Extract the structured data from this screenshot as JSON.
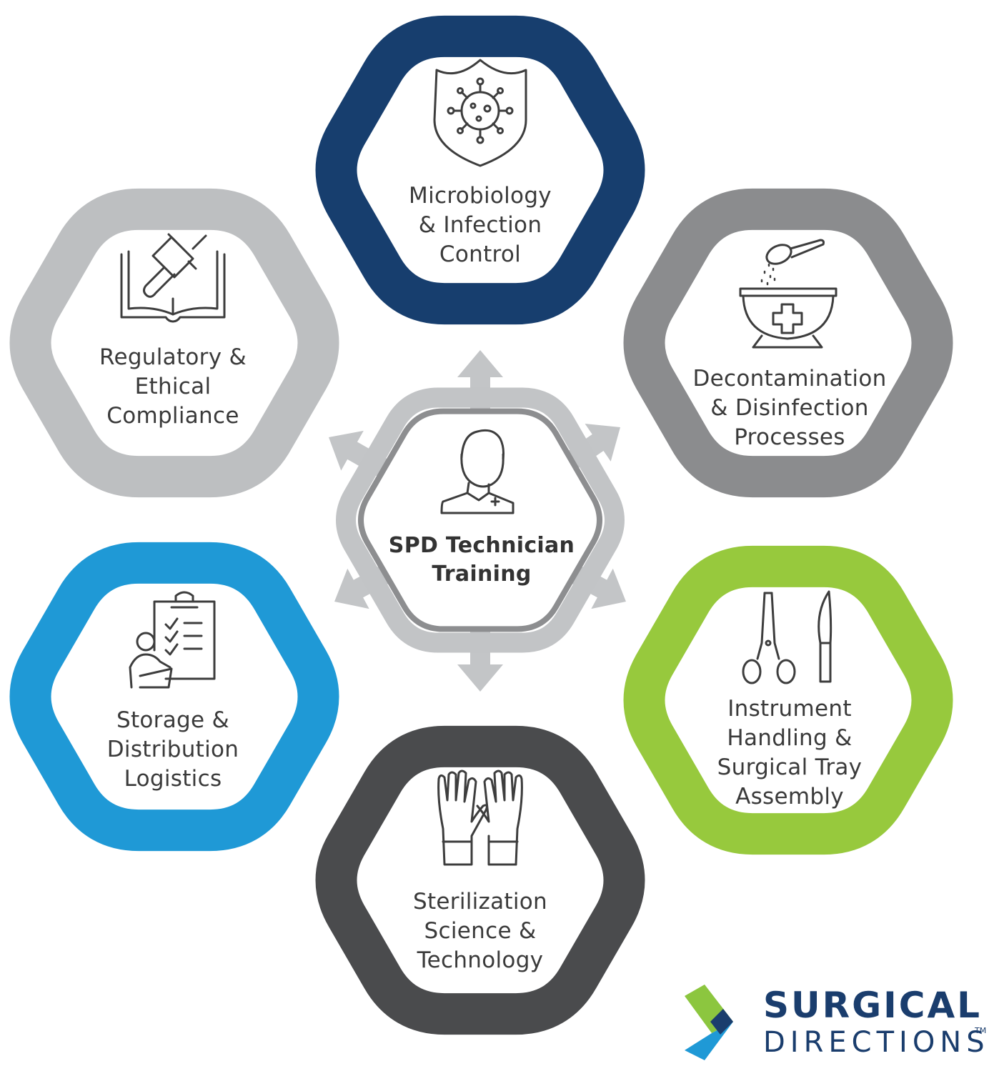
{
  "center": {
    "lines": [
      "SPD Technician",
      "Training"
    ],
    "ring_colors": [
      "#c2c4c6",
      "#8d8e90"
    ]
  },
  "nodes": [
    {
      "id": "microbiology",
      "lines": [
        "Microbiology",
        "& Infection",
        "Control"
      ],
      "color": "#173e6e",
      "icon": "shield-virus-icon"
    },
    {
      "id": "decontamination",
      "lines": [
        "Decontamination",
        "& Disinfection",
        "Processes"
      ],
      "color": "#8b8c8e",
      "icon": "basin-scoop-icon"
    },
    {
      "id": "instrument",
      "lines": [
        "Instrument",
        "Handling &",
        "Surgical Tray",
        "Assembly"
      ],
      "color": "#97c93d",
      "icon": "scissors-scalpel-icon"
    },
    {
      "id": "sterilization",
      "lines": [
        "Sterilization",
        "Science &",
        "Technology"
      ],
      "color": "#4a4b4d",
      "icon": "gloves-icon"
    },
    {
      "id": "storage",
      "lines": [
        "Storage &",
        "Distribution",
        "Logistics"
      ],
      "color": "#1f99d6",
      "icon": "clipboard-person-icon"
    },
    {
      "id": "regulatory",
      "lines": [
        "Regulatory &",
        "Ethical",
        "Compliance"
      ],
      "color": "#bdbfc1",
      "icon": "gavel-book-icon"
    }
  ],
  "brand": {
    "name_top": "SURGICAL",
    "name_bottom": "DIRECTIONS",
    "tm": "TM",
    "colors": [
      "#8cc63f",
      "#1f99d6",
      "#1a3d6d"
    ]
  },
  "arrow_color": "#c3c5c7",
  "icon_stroke": "#3d3d3d"
}
